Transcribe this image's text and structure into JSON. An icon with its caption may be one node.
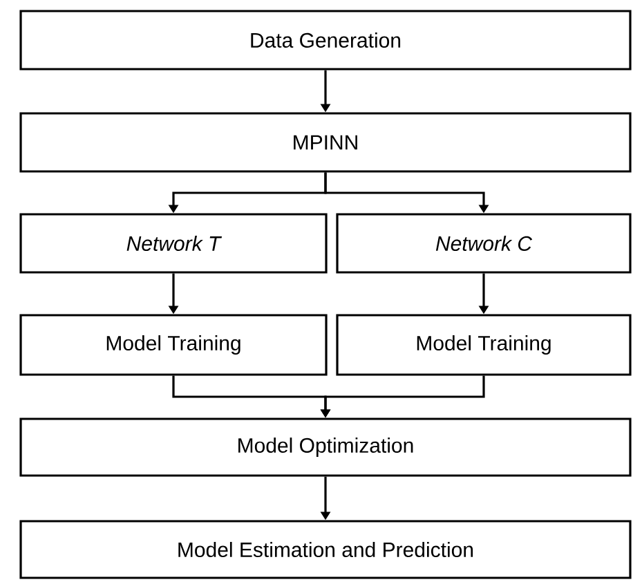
{
  "diagram": {
    "nodes": [
      {
        "text": [
          "Data Generation"
        ]
      },
      {
        "text": [
          "MPINN"
        ]
      },
      {
        "text": [
          "Network T"
        ]
      },
      {
        "text": [
          "Network C"
        ]
      },
      {
        "text": [
          "Model Training"
        ]
      },
      {
        "text": [
          "Model Training"
        ]
      },
      {
        "text": [
          "Model Optimization"
        ]
      },
      {
        "text": [
          "Model Estimation and Prediction"
        ]
      }
    ],
    "edges": [
      {
        "from": 0,
        "to": 1,
        "arrow": "to"
      },
      {
        "from": 1,
        "to": 2,
        "arrow": "to"
      },
      {
        "from": 1,
        "to": 3,
        "arrow": "to"
      },
      {
        "from": 2,
        "to": 4,
        "arrow": "to"
      },
      {
        "from": 3,
        "to": 5,
        "arrow": "to"
      },
      {
        "from": 4,
        "to": 6,
        "arrow": "to"
      },
      {
        "from": 5,
        "to": 6,
        "arrow": "to"
      },
      {
        "from": 6,
        "to": 7,
        "arrow": "to"
      }
    ]
  }
}
